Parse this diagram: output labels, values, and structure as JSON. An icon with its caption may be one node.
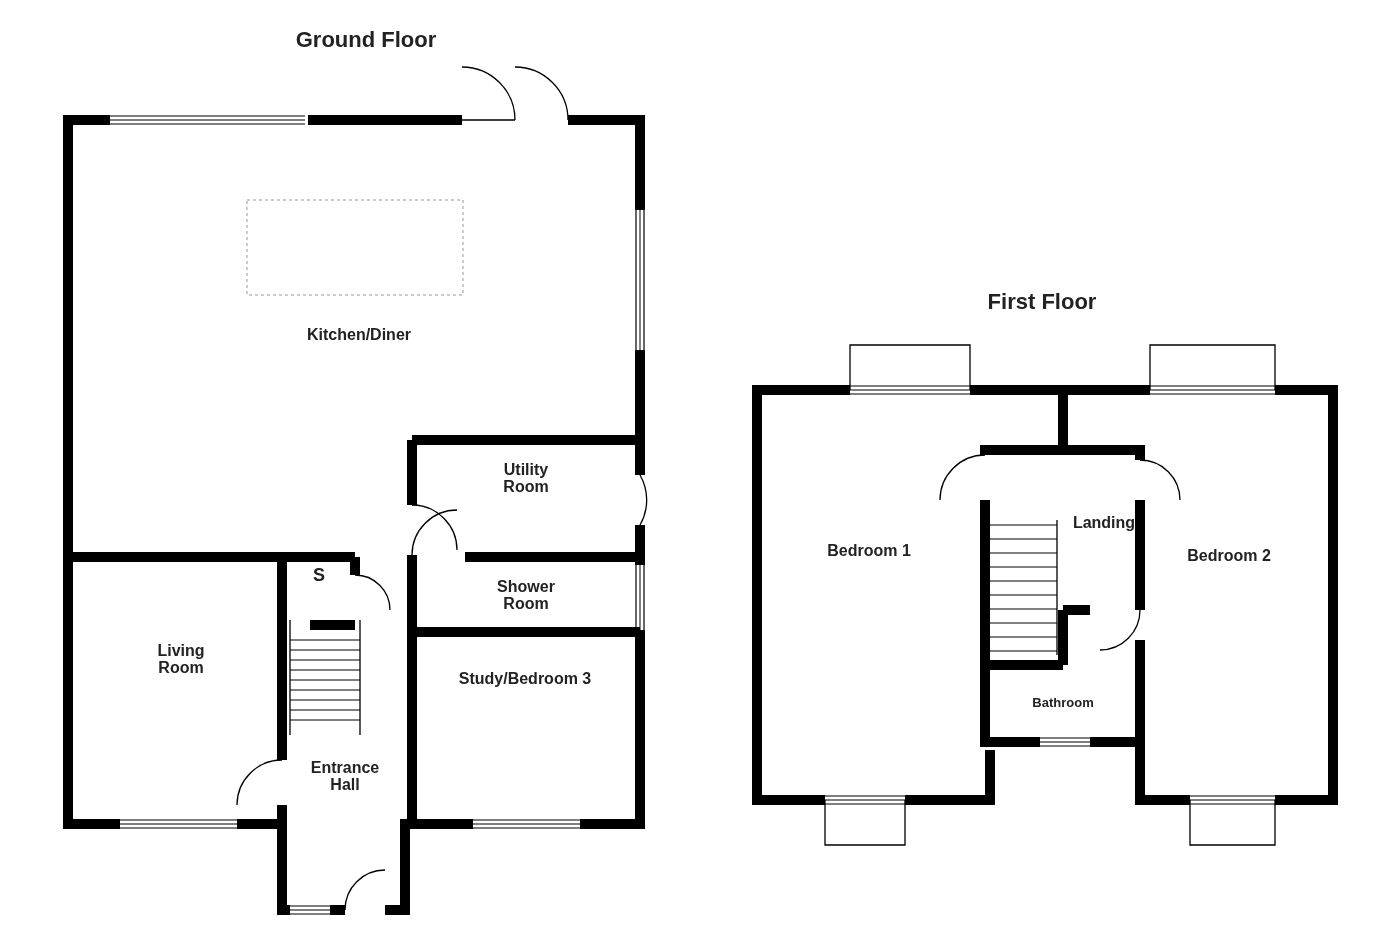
{
  "diagram": {
    "labels": [
      "Ground Floor",
      "Kitchen/Diner",
      "First Floor",
      "Utility Room",
      "Landing",
      "Bedroom 1",
      "Bedroom 2",
      "Shower Room",
      "S",
      "Living Room",
      "Study/Bedroom 3",
      "Bathroom",
      "Entrance Hall"
    ]
  }
}
